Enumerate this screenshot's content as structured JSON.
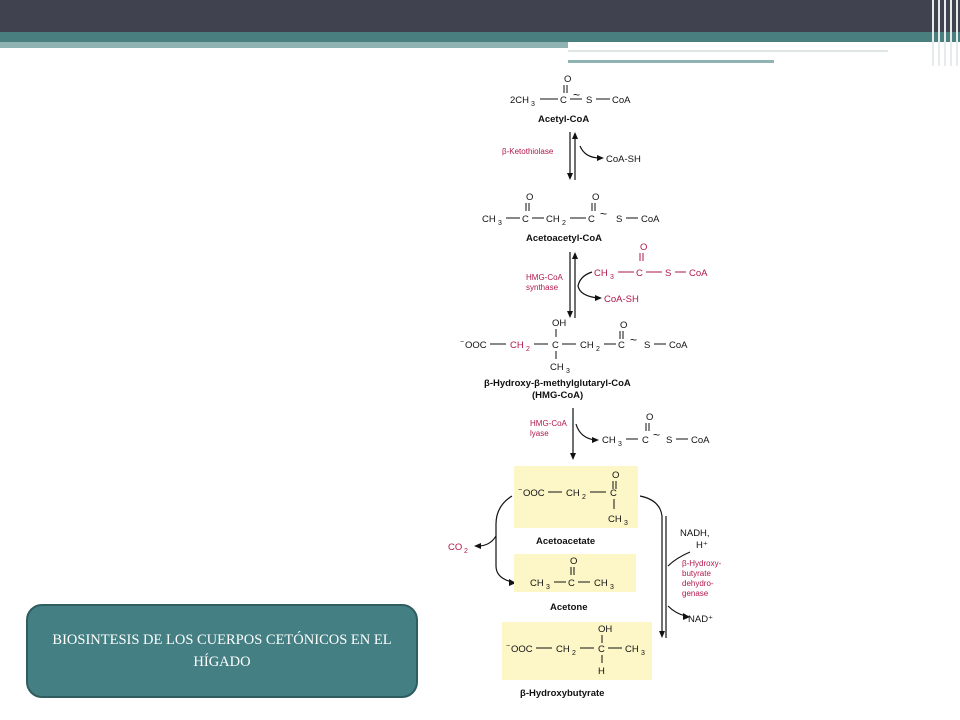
{
  "slide": {
    "caption": "BIOSINTESIS DE LOS CUERPOS CETÓNICOS EN EL HÍGADO"
  },
  "diagram": {
    "acetyl_coa": {
      "coef": "2CH",
      "sub": "3",
      "c": "C",
      "s": "S",
      "coa": "CoA",
      "o": "O",
      "name": "Acetyl-CoA"
    },
    "enzyme1": "-Ketothiolase",
    "product1": "CoA-SH",
    "acetoacetyl": {
      "ch3": "CH",
      "sub3": "3",
      "c": "C",
      "ch2": "CH",
      "sub2": "2",
      "s": "S",
      "coa": "CoA",
      "o": "O",
      "name": "Acetoacetyl-CoA"
    },
    "enzyme2": [
      "HMG-CoA",
      "synthase"
    ],
    "reactant2": {
      "ch3": "CH",
      "sub3": "3",
      "c": "C",
      "s": "S",
      "coa": "CoA",
      "o": "O"
    },
    "product2": "CoA-SH",
    "hmg": {
      "ooc": "OOC",
      "minus": "−",
      "ch2": "CH",
      "sub2": "2",
      "c": "C",
      "oh": "OH",
      "ch3": "CH",
      "sub3": "3",
      "s": "S",
      "coa": "CoA",
      "o": "O",
      "name1": "-Hydroxy-",
      "name2": "-methylglutaryl-CoA",
      "name3": "(HMG-CoA)"
    },
    "enzyme3": [
      "HMG-CoA",
      "lyase"
    ],
    "product3": {
      "ch3": "CH",
      "sub3": "3",
      "c": "C",
      "s": "S",
      "coa": "CoA",
      "o": "O"
    },
    "acetoacetate": {
      "ooc": "OOC",
      "minus": "−",
      "ch2": "CH",
      "sub2": "2",
      "c": "C",
      "ch3": "CH",
      "sub3": "3",
      "o": "O",
      "name": "Acetoacetate"
    },
    "co2": {
      "co": "CO",
      "sub": "2"
    },
    "acetone": {
      "ch3": "CH",
      "sub3": "3",
      "c": "C",
      "o": "O",
      "name": "Acetone"
    },
    "cofactor_in": [
      "NADH,",
      "H⁺"
    ],
    "enzyme4": [
      "-Hydroxy-",
      "butyrate",
      "dehydro-",
      "genase"
    ],
    "cofactor_out": "NAD⁺",
    "hydroxybutyrate": {
      "ooc": "OOC",
      "minus": "−",
      "ch2": "CH",
      "sub2": "2",
      "c": "C",
      "oh": "OH",
      "h": "H",
      "ch3": "CH",
      "sub3": "3",
      "name": "-Hydroxybutyrate"
    },
    "beta": "β",
    "colors": {
      "highlight": "#fdf7c8",
      "enzyme": "#b0184a",
      "caption_box": "#447f83"
    }
  }
}
